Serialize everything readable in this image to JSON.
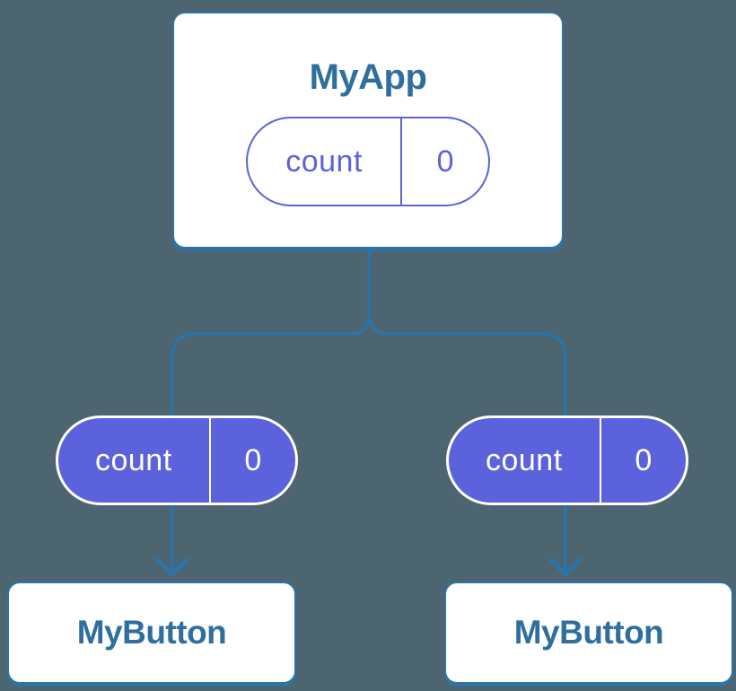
{
  "colors": {
    "bg": "#4C6571",
    "line": "#2D73A6",
    "node-bg": "#FFFFFF",
    "node-title": "#2E6F9E",
    "purple": "#5B62DC",
    "pill-text-light": "#FFFFFF"
  },
  "diagram": {
    "root": {
      "title": "MyApp",
      "state": {
        "label": "count",
        "value": "0"
      }
    },
    "children": [
      {
        "title": "MyButton",
        "state": {
          "label": "count",
          "value": "0"
        }
      },
      {
        "title": "MyButton",
        "state": {
          "label": "count",
          "value": "0"
        }
      }
    ]
  }
}
